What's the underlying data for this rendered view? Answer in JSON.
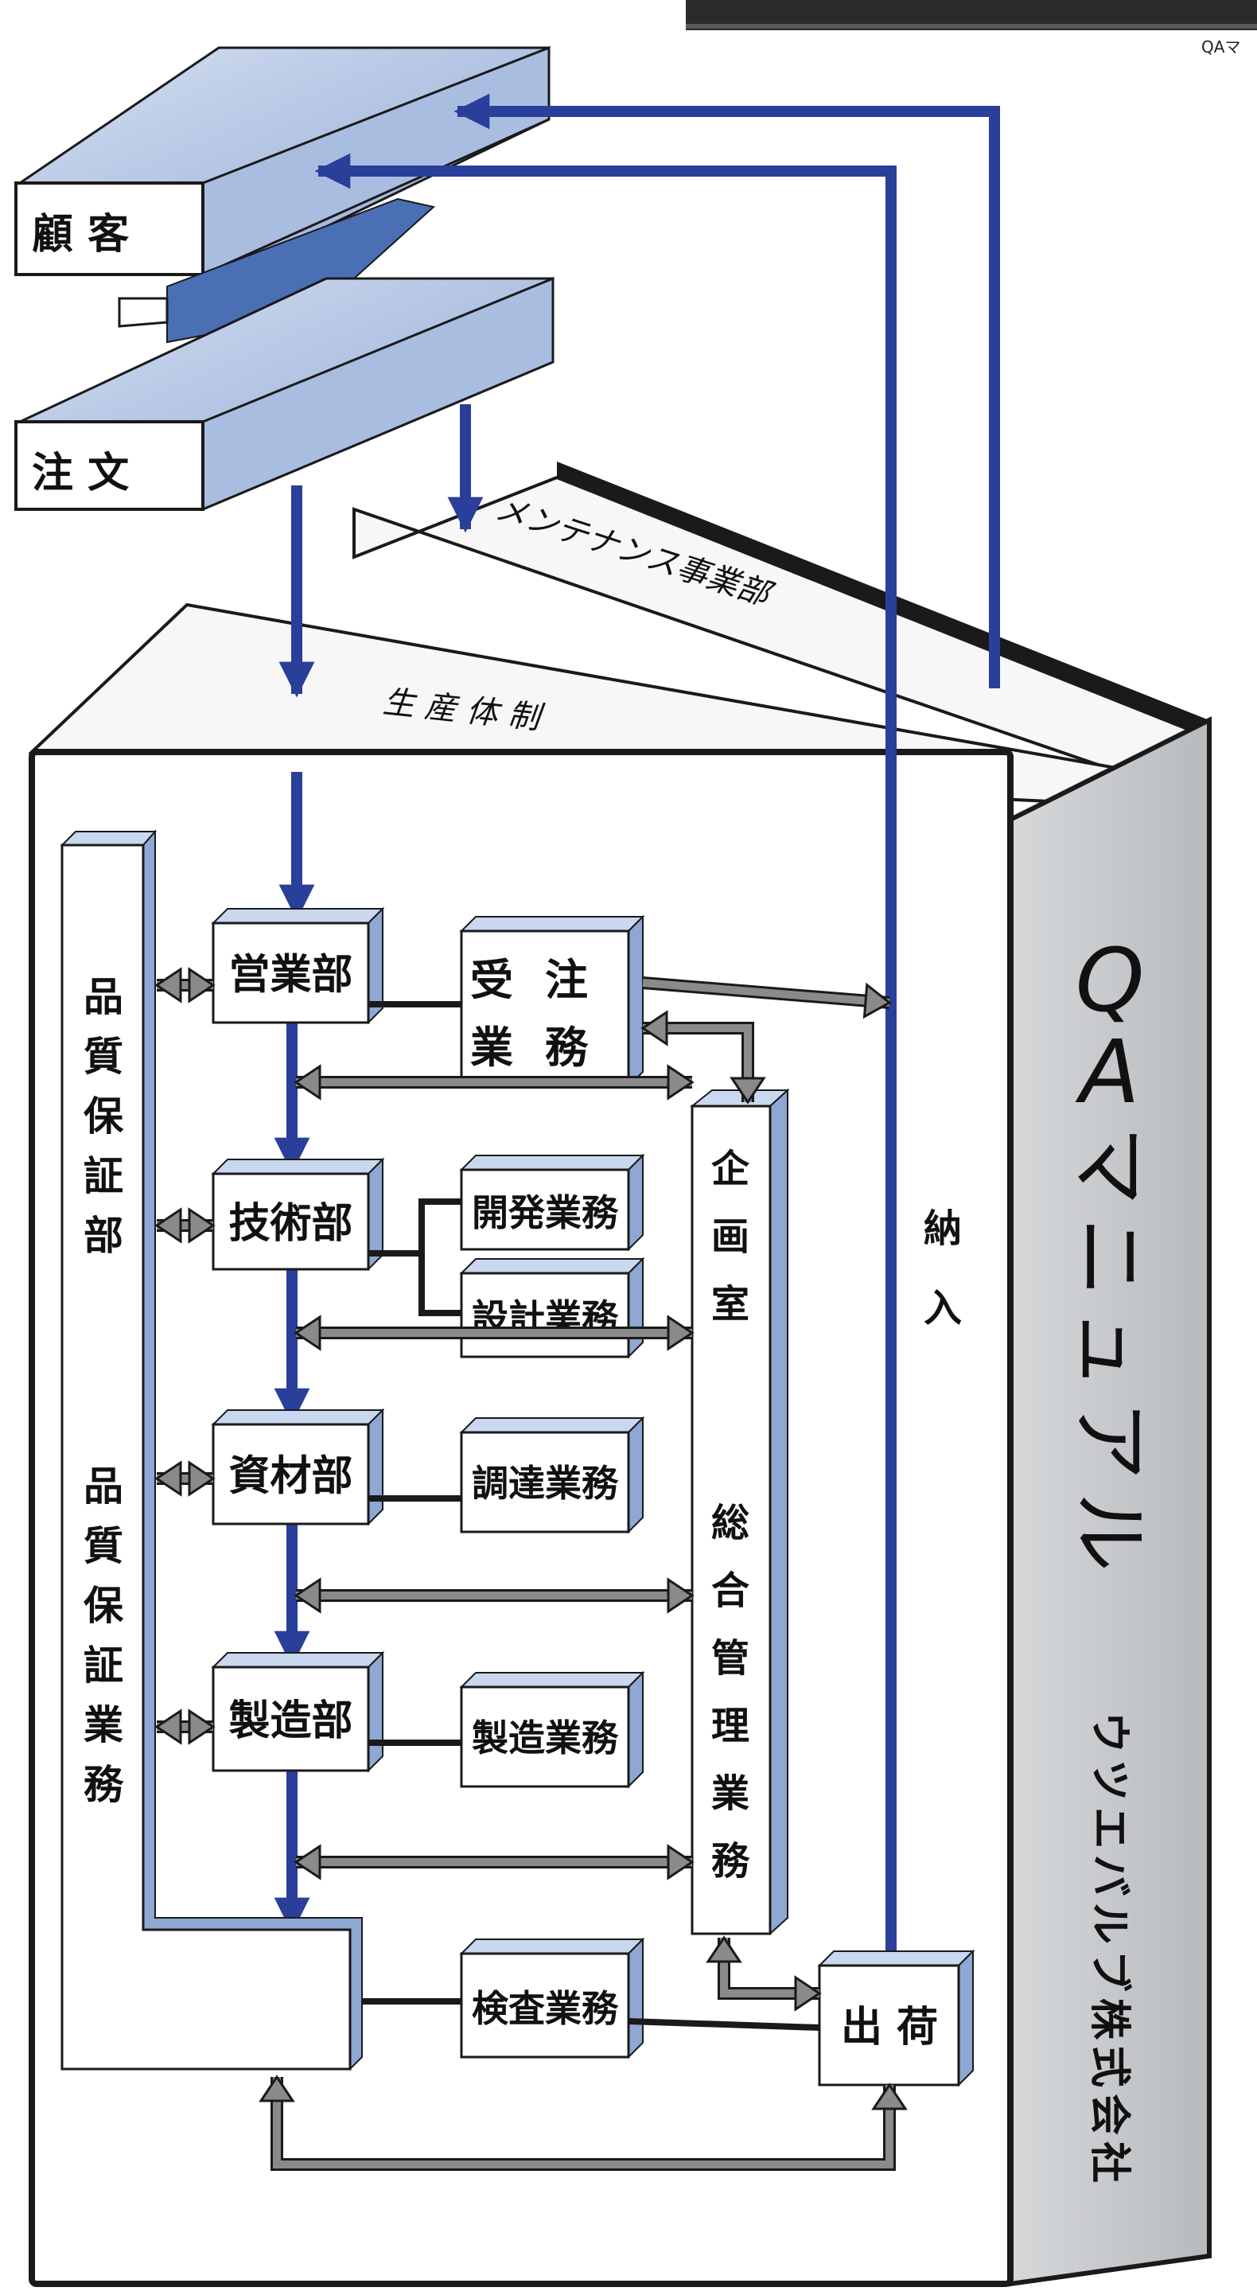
{
  "caption_fragment": "QAマ",
  "customer": {
    "label": "顧 客"
  },
  "order": {
    "label": "注 文"
  },
  "maintenance_division": {
    "label": "メンテナンス事業部"
  },
  "production_system": {
    "label": "生 産 体 制"
  },
  "manual_title": "QAマニュアル",
  "company_name": "ウツエバルブ株式会社",
  "quality_assurance_dept": "品質保証部",
  "quality_assurance_work": "品質保証業務",
  "departments": [
    {
      "name": "営業部",
      "work": "受注業務"
    },
    {
      "name": "技術部",
      "work": [
        "開発業務",
        "設計業務"
      ]
    },
    {
      "name": "資材部",
      "work": "調達業務"
    },
    {
      "name": "製造部",
      "work": "製造業務"
    }
  ],
  "inspection_work": "検査業務",
  "shipping": "出 荷",
  "delivery": "納 入",
  "planning_office": {
    "title": "企画室",
    "work": "総合管理業務"
  },
  "colors": {
    "flow_arrow": "#2a3f9a",
    "exchange_arrow": "#8a8a8a",
    "box_face": "#ffffff",
    "box_side": "#9fb6dc",
    "box_top": "#c9d8ee",
    "book_spine": "#c6c9cc",
    "book_outline": "#1a1a1a"
  }
}
